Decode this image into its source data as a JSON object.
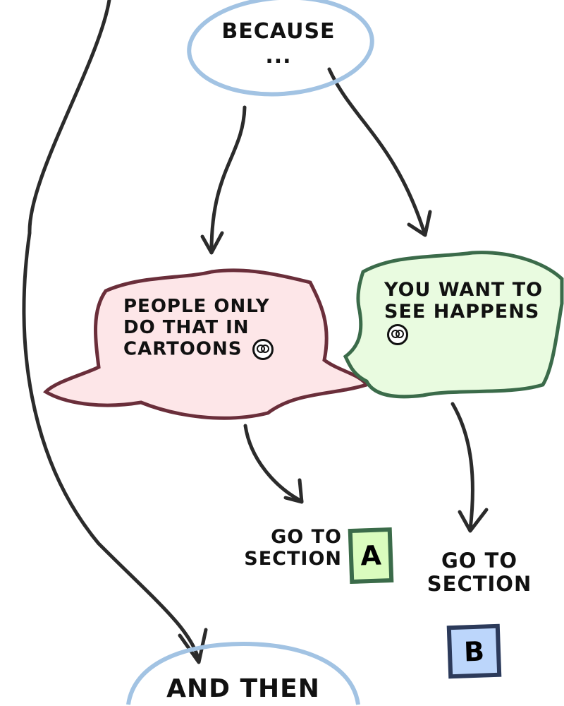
{
  "nodes": {
    "because": "BECAUSE ...",
    "cartoons": "PEOPLE ONLY DO THAT IN CARTOONS",
    "want": "YOU WANT TO SEE HAPPENS",
    "go_a": "GO TO SECTION",
    "go_b": "GO TO SECTION",
    "and_then": "AND THEN"
  },
  "badges": {
    "a": "A",
    "b": "B"
  },
  "colors": {
    "ellipse": "#a2c3e3",
    "pink_fill": "#fde6e8",
    "pink_stroke": "#6a2e3a",
    "green_fill": "#e9fbe0",
    "green_stroke": "#3b6b4a",
    "badge_a_fill": "#dafcbe",
    "badge_a_stroke": "#3b6b4a",
    "badge_b_fill": "#bcd6fb",
    "badge_b_stroke": "#2c3a5a",
    "arrow": "#2b2b2b"
  }
}
